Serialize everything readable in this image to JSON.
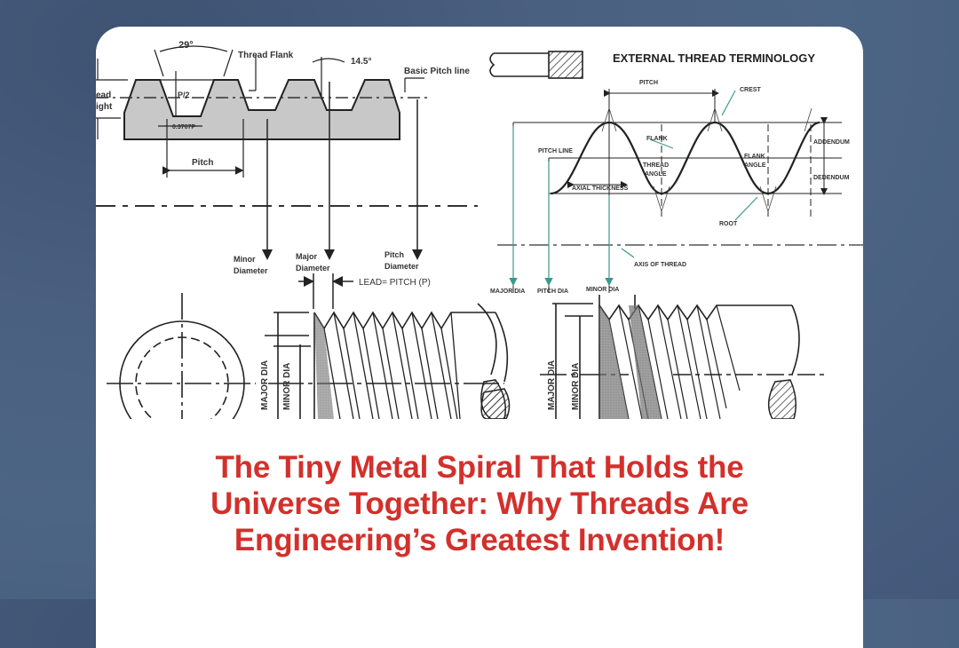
{
  "article": {
    "title": "The Tiny Metal Spiral That Holds the Universe Together: Why Threads Are Engineering’s Greatest Invention!",
    "title_color": "#d3302c"
  },
  "diagram": {
    "left_panel": {
      "angle_29": "29°",
      "thread_flank": "Thread Flank",
      "angle_14_5": "14.5°",
      "basic_pitch_line": "Basic Pitch line",
      "thread_height_1": "ead",
      "thread_height_2": "ight",
      "p_half": "P/2",
      "root_width": "0.3707P",
      "pitch": "Pitch",
      "minor_diameter_1": "Minor",
      "minor_diameter_2": "Diameter",
      "major_diameter_1": "Major",
      "major_diameter_2": "Diameter",
      "pitch_diameter_1": "Pitch",
      "pitch_diameter_2": "Diameter",
      "lead": "LEAD= PITCH (P)",
      "major_dia": "MAJOR DIA",
      "minor_dia": "MINOR DIA"
    },
    "right_panel": {
      "heading": "EXTERNAL THREAD TERMINOLOGY",
      "pitch": "PITCH",
      "crest": "CREST",
      "flank": "FLANK",
      "pitch_line": "PITCH LINE",
      "thread_angle_1": "THREAD",
      "thread_angle_2": "ANGLE",
      "flank_angle_1": "FLANK",
      "flank_angle_2": "ANGLE",
      "axial_thickness": "AXIAL THICKNESS",
      "addendum": "ADDENDUM",
      "dedendum": "DEDENDUM",
      "root": "ROOT",
      "axis_of_thread": "AXIS OF THREAD",
      "major_dia": "MAJOR DIA",
      "pitch_dia": "PITCH DIA",
      "minor_dia": "MINOR DIA",
      "major_dia_v": "MAJOR DIA",
      "minor_dia_v": "MINOR DIA"
    }
  }
}
